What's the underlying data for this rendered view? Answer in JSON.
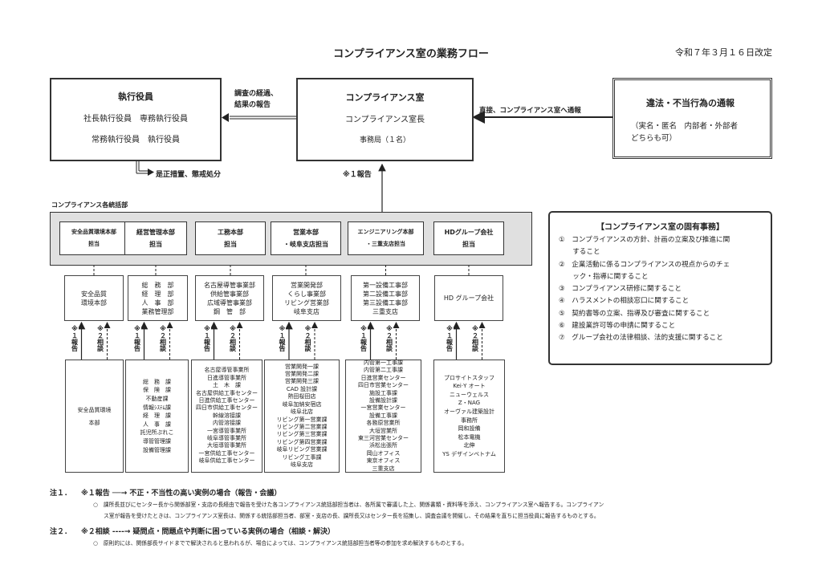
{
  "header": {
    "title": "コンプライアンス室の業務フロー",
    "date": "令和７年３月１６日改定"
  },
  "top": {
    "exec": {
      "title": "執行役員",
      "line1": "社長執行役員　専務執行役員",
      "line2": "常務執行役員　執行役員"
    },
    "report_to_exec": "調査の経過、\n結果の報告",
    "compliance": {
      "title": "コンプライアンス室",
      "head": "コンプライアンス室長",
      "staff": "事務局（１名）"
    },
    "direct_report": "直接、コンプライアンス室へ通報",
    "whistle": {
      "title": "違法・不当行為の通報",
      "detail": "（実名・匿名　内部者・外部者\nどちらも可）"
    },
    "correction": "是正措置、懲戒処分",
    "report1": "※１報告"
  },
  "group_label": "コンプライアンス各統括部",
  "divisions": [
    {
      "label": "安全品質環境本部\n担当"
    },
    {
      "label": "経営管理本部\n担当"
    },
    {
      "label": "工務本部\n担当"
    },
    {
      "label": "営業本部\n・岐阜支店担当"
    },
    {
      "label": "エンジニアリング本部\n・三重支店担当"
    },
    {
      "label": "HDグループ会社\n担当"
    }
  ],
  "departments": [
    [
      "安全品質",
      "環境本部"
    ],
    [
      "総　務　部",
      "経　理　部",
      "人　事　部",
      "業務管理部"
    ],
    [
      "名古屋導管事業部",
      "供給管事業部",
      "広域導管事業部",
      "鋼　管　部"
    ],
    [
      "営業開発部",
      "くらし事業部",
      "リビング営業部",
      "岐阜支店"
    ],
    [
      "第一設備工事部",
      "第二設備工事部",
      "第三設備工事部",
      "三重支店"
    ],
    [
      "HD グループ会社"
    ]
  ],
  "arrow_labels": {
    "report": "※１報告",
    "consult": "※２相談"
  },
  "sections": [
    [
      "安全品質環境",
      "本部"
    ],
    [
      "総　務　課",
      "保　険　課",
      "不動産課",
      "情報ｼｽﾃﾑ課",
      "経　理　課",
      "人　事　課",
      "託児所ぷれこ",
      "導管管理課",
      "設備管理課"
    ],
    [
      "名古屋導管事業所",
      "日進導管事業所",
      "土　木　課",
      "名古屋供給工事センター",
      "日進供給工事センター",
      "四日市供給工事センター",
      "幹線溶接課",
      "内管溶接課",
      "一宮導管事業所",
      "岐阜導管事業所",
      "大垣導管事業所",
      "一宮供給工事センター",
      "岐阜供給工事センター"
    ],
    [
      "営業開発一課",
      "営業開発二課",
      "営業開発三課",
      "CAD 設計課",
      "熱田桜田店",
      "岐阜加納安宿店",
      "岐阜北店",
      "リビング第一営業課",
      "リビング第二営業課",
      "リビング第三営業課",
      "リビング第四営業課",
      "岐阜リビング営業課",
      "リビング工事課",
      "岐阜支店"
    ],
    [
      "内管第一工事課",
      "内管第二工事課",
      "日進営業センター",
      "四日市営業センター",
      "施設工事課",
      "設備設計課",
      "一宮営業センター",
      "設備工事課",
      "各務原営業所",
      "大垣営業所",
      "東三河営業センター",
      "浜松出張所",
      "岡山オフィス",
      "東京オフィス",
      "三重支店"
    ],
    [
      "プロサイトスタッフ",
      "Kei·Y オート",
      "ニューウェルス",
      "Z・NAG",
      "オーヴァル建築設計",
      "事務所",
      "岡和設備",
      "松本電機",
      "北伸",
      "YS デザインベトナム"
    ]
  ],
  "duties": {
    "title": "【コンプライアンス室の固有事務】",
    "items": [
      "①　コンプライアンスの方針、計画の立案及び推進に関",
      "　　すること",
      "②　企業活動に係るコンプライアンスの視点からのチェ",
      "　　ック・指導に関すること",
      "③　コンプライアンス研修に関すること",
      "④　ハラスメントの相談窓口に関すること",
      "⑤　契約書等の立案、指導及び審査に関すること",
      "⑥　建設業許可等の申請に関すること",
      "⑦　グループ会社の法律相談、法的支援に関すること"
    ]
  },
  "notes": {
    "n1_label": "注１．",
    "n1_head": "※１報告 ──→ 不正・不当性の高い実例の場合（報告・会議）",
    "n1_body1": "○　課所長並びにセンター長から関係部室・支店の長経由で報告を受けた各コンプライアンス統括部担当者は、各所属で審議した上、関係書類・資料等を添え、コンプライアンス室へ報告する。コンプライアン",
    "n1_body2": "ス室が報告を受けたときは、コンプライアンス室長は、関係する統括部担当者、部室・支店の長、課所長又はセンター長を招集し、調査会議を開催し、その結果を直ちに担当役員に報告するものとする。",
    "n2_label": "注２．",
    "n2_head": "※２相談 ----→ 疑問点・問題点や判断に困っている実例の場合（相談・解決）",
    "n2_body": "○　原則的には、関係部長サイドまでで解決されると思われるが、場合によっては、コンプライアンス統括部担当者等の参加を求め解決するものとする。"
  }
}
